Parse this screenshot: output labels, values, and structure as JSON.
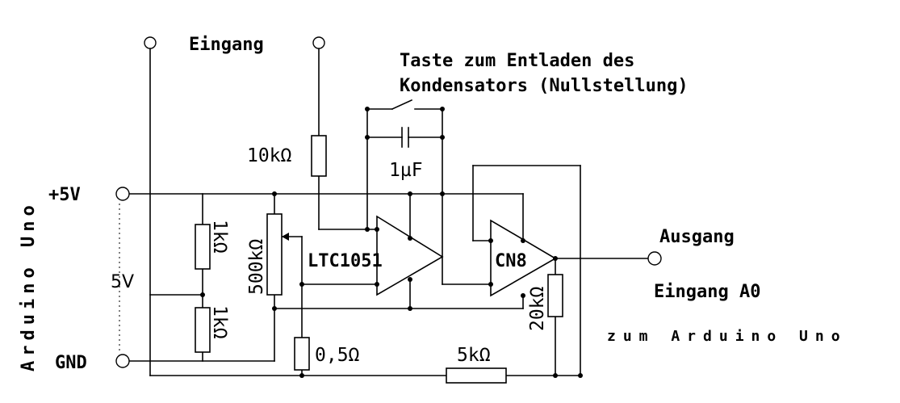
{
  "labels": {
    "eingang_top": "Eingang",
    "taste_line1": "Taste zum Entladen des",
    "taste_line2": "Kondensators (Nullstellung)",
    "plus5v": "+5V",
    "gnd": "GND",
    "arduino_uno": "Arduino Uno",
    "voltage_5v": "5V",
    "r_10k": "10kΩ",
    "c_1uf": "1µF",
    "r_1k_upper": "1kΩ",
    "r_1k_lower": "1kΩ",
    "pot_500k": "500kΩ",
    "opamp1": "LTC1051",
    "opamp2": "CN8",
    "r_20k": "20kΩ",
    "r_05": "0,5Ω",
    "r_5k": "5kΩ",
    "ausgang": "Ausgang",
    "eingang_a0": "Eingang A0",
    "zum_arduino": "zum Arduino Uno"
  }
}
